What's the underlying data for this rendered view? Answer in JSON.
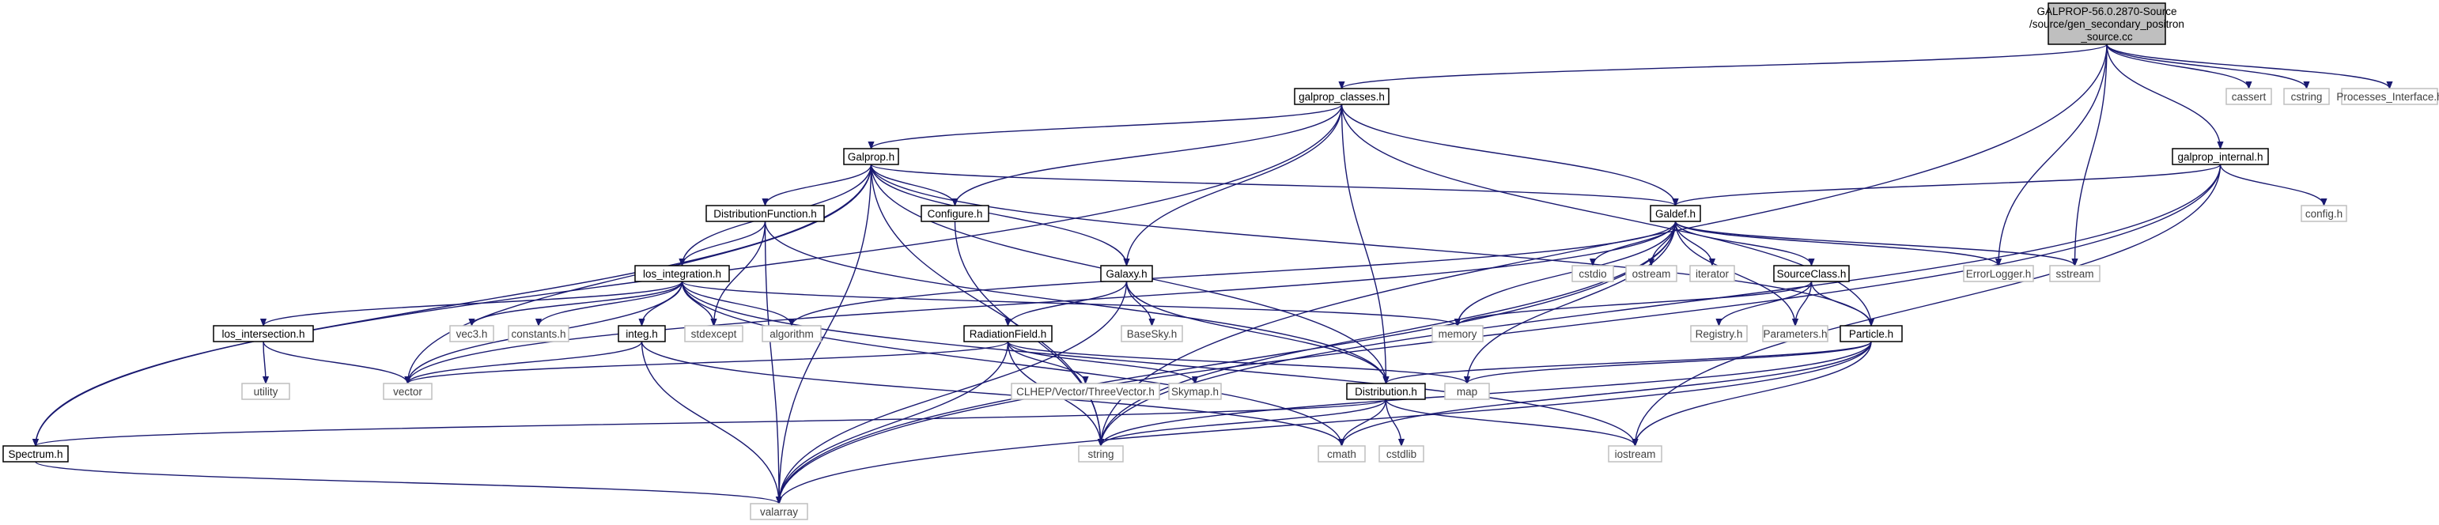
{
  "colors": {
    "edge": "#191970",
    "node_border": "#000000",
    "node_fill": "#ffffff",
    "root_fill": "#bfbfbf",
    "system_border": "#bfbfbf",
    "text": "#000000",
    "system_text": "#404040"
  },
  "nodes": [
    {
      "id": "root",
      "lines": [
        "GALPROP-56.0.2870-Source",
        "/source/gen_secondary_positron",
        "_source.cc"
      ],
      "kind": "root"
    },
    {
      "id": "galprop_classes",
      "lines": [
        "galprop_classes.h"
      ],
      "kind": "file"
    },
    {
      "id": "cassert",
      "lines": [
        "cassert"
      ],
      "kind": "system"
    },
    {
      "id": "cstring",
      "lines": [
        "cstring"
      ],
      "kind": "system"
    },
    {
      "id": "processes_interface",
      "lines": [
        "Processes_Interface.h"
      ],
      "kind": "system"
    },
    {
      "id": "galprop_internal",
      "lines": [
        "galprop_internal.h"
      ],
      "kind": "file"
    },
    {
      "id": "galprop",
      "lines": [
        "Galprop.h"
      ],
      "kind": "file"
    },
    {
      "id": "config",
      "lines": [
        "config.h"
      ],
      "kind": "system"
    },
    {
      "id": "distfunc",
      "lines": [
        "DistributionFunction.h"
      ],
      "kind": "file"
    },
    {
      "id": "configure",
      "lines": [
        "Configure.h"
      ],
      "kind": "file"
    },
    {
      "id": "galdef",
      "lines": [
        "Galdef.h"
      ],
      "kind": "file"
    },
    {
      "id": "los_integration",
      "lines": [
        "los_integration.h"
      ],
      "kind": "file"
    },
    {
      "id": "galaxy",
      "lines": [
        "Galaxy.h"
      ],
      "kind": "file"
    },
    {
      "id": "cstdio",
      "lines": [
        "cstdio"
      ],
      "kind": "system"
    },
    {
      "id": "ostream",
      "lines": [
        "ostream"
      ],
      "kind": "system"
    },
    {
      "id": "iterator",
      "lines": [
        "iterator"
      ],
      "kind": "system"
    },
    {
      "id": "sourceclass",
      "lines": [
        "SourceClass.h"
      ],
      "kind": "file"
    },
    {
      "id": "errorlogger",
      "lines": [
        "ErrorLogger.h"
      ],
      "kind": "system"
    },
    {
      "id": "sstream",
      "lines": [
        "sstream"
      ],
      "kind": "system"
    },
    {
      "id": "los_intersection",
      "lines": [
        "los_intersection.h"
      ],
      "kind": "file"
    },
    {
      "id": "vec3",
      "lines": [
        "vec3.h"
      ],
      "kind": "system"
    },
    {
      "id": "constants",
      "lines": [
        "constants.h"
      ],
      "kind": "system"
    },
    {
      "id": "integ",
      "lines": [
        "integ.h"
      ],
      "kind": "file"
    },
    {
      "id": "stdexcept",
      "lines": [
        "stdexcept"
      ],
      "kind": "system"
    },
    {
      "id": "algorithm",
      "lines": [
        "algorithm"
      ],
      "kind": "system"
    },
    {
      "id": "radiationfield",
      "lines": [
        "RadiationField.h"
      ],
      "kind": "file"
    },
    {
      "id": "baseskyh",
      "lines": [
        "BaseSky.h"
      ],
      "kind": "system"
    },
    {
      "id": "memory",
      "lines": [
        "memory"
      ],
      "kind": "system"
    },
    {
      "id": "registry",
      "lines": [
        "Registry.h"
      ],
      "kind": "system"
    },
    {
      "id": "parameters",
      "lines": [
        "Parameters.h"
      ],
      "kind": "system"
    },
    {
      "id": "particle",
      "lines": [
        "Particle.h"
      ],
      "kind": "file"
    },
    {
      "id": "utility",
      "lines": [
        "utility"
      ],
      "kind": "system"
    },
    {
      "id": "vector",
      "lines": [
        "vector"
      ],
      "kind": "system"
    },
    {
      "id": "threevector",
      "lines": [
        "CLHEP/Vector/ThreeVector.h"
      ],
      "kind": "system"
    },
    {
      "id": "skymap",
      "lines": [
        "Skymap.h"
      ],
      "kind": "system"
    },
    {
      "id": "distribution",
      "lines": [
        "Distribution.h"
      ],
      "kind": "file"
    },
    {
      "id": "map",
      "lines": [
        "map"
      ],
      "kind": "system"
    },
    {
      "id": "spectrum",
      "lines": [
        "Spectrum.h"
      ],
      "kind": "file"
    },
    {
      "id": "string",
      "lines": [
        "string"
      ],
      "kind": "system"
    },
    {
      "id": "cmath",
      "lines": [
        "cmath"
      ],
      "kind": "system"
    },
    {
      "id": "cstdlib",
      "lines": [
        "cstdlib"
      ],
      "kind": "system"
    },
    {
      "id": "iostream",
      "lines": [
        "iostream"
      ],
      "kind": "system"
    },
    {
      "id": "valarray",
      "lines": [
        "valarray"
      ],
      "kind": "system"
    }
  ],
  "edges": [
    [
      "root",
      "galprop_classes"
    ],
    [
      "root",
      "cassert"
    ],
    [
      "root",
      "cstring"
    ],
    [
      "root",
      "processes_interface"
    ],
    [
      "root",
      "galprop_internal"
    ],
    [
      "root",
      "errorlogger"
    ],
    [
      "root",
      "sstream"
    ],
    [
      "root",
      "string"
    ],
    [
      "galprop_classes",
      "galprop"
    ],
    [
      "galprop_classes",
      "configure"
    ],
    [
      "galprop_classes",
      "galdef"
    ],
    [
      "galprop_classes",
      "galaxy"
    ],
    [
      "galprop_classes",
      "distribution"
    ],
    [
      "galprop_classes",
      "spectrum"
    ],
    [
      "galprop_classes",
      "particle"
    ],
    [
      "galprop_internal",
      "config"
    ],
    [
      "galprop_internal",
      "galdef"
    ],
    [
      "galprop_internal",
      "string"
    ],
    [
      "galprop_internal",
      "iostream"
    ],
    [
      "galprop_internal",
      "valarray"
    ],
    [
      "galprop",
      "distfunc"
    ],
    [
      "galprop",
      "configure"
    ],
    [
      "galprop",
      "galdef"
    ],
    [
      "galprop",
      "los_integration"
    ],
    [
      "galprop",
      "galaxy"
    ],
    [
      "galprop",
      "vector"
    ],
    [
      "galprop",
      "spectrum"
    ],
    [
      "galprop",
      "distribution"
    ],
    [
      "galprop",
      "particle"
    ],
    [
      "galprop",
      "string"
    ],
    [
      "galprop",
      "valarray"
    ],
    [
      "distfunc",
      "los_integration"
    ],
    [
      "distfunc",
      "distribution"
    ],
    [
      "distfunc",
      "stdexcept"
    ],
    [
      "distfunc",
      "valarray"
    ],
    [
      "configure",
      "string"
    ],
    [
      "galdef",
      "cstdio"
    ],
    [
      "galdef",
      "ostream"
    ],
    [
      "galdef",
      "iterator"
    ],
    [
      "galdef",
      "sourceclass"
    ],
    [
      "galdef",
      "errorlogger"
    ],
    [
      "galdef",
      "sstream"
    ],
    [
      "galdef",
      "memory"
    ],
    [
      "galdef",
      "map"
    ],
    [
      "galdef",
      "vector"
    ],
    [
      "galdef",
      "string"
    ],
    [
      "galdef",
      "valarray"
    ],
    [
      "galdef",
      "algorithm"
    ],
    [
      "galdef",
      "parameters"
    ],
    [
      "los_integration",
      "los_intersection"
    ],
    [
      "los_integration",
      "vec3"
    ],
    [
      "los_integration",
      "constants"
    ],
    [
      "los_integration",
      "integ"
    ],
    [
      "los_integration",
      "stdexcept"
    ],
    [
      "los_integration",
      "algorithm"
    ],
    [
      "los_integration",
      "vector"
    ],
    [
      "los_integration",
      "memory"
    ],
    [
      "los_integration",
      "cmath"
    ],
    [
      "los_integration",
      "iostream"
    ],
    [
      "galaxy",
      "radiationfield"
    ],
    [
      "galaxy",
      "baseskyh"
    ],
    [
      "galaxy",
      "distribution"
    ],
    [
      "galaxy",
      "valarray"
    ],
    [
      "sourceclass",
      "memory"
    ],
    [
      "sourceclass",
      "registry"
    ],
    [
      "sourceclass",
      "parameters"
    ],
    [
      "sourceclass",
      "particle"
    ],
    [
      "los_intersection",
      "utility"
    ],
    [
      "los_intersection",
      "vector"
    ],
    [
      "integ",
      "vector"
    ],
    [
      "integ",
      "valarray"
    ],
    [
      "integ",
      "cmath"
    ],
    [
      "radiationfield",
      "vector"
    ],
    [
      "radiationfield",
      "threevector"
    ],
    [
      "radiationfield",
      "skymap"
    ],
    [
      "radiationfield",
      "string"
    ],
    [
      "radiationfield",
      "valarray"
    ],
    [
      "radiationfield",
      "map"
    ],
    [
      "particle",
      "distribution"
    ],
    [
      "particle",
      "map"
    ],
    [
      "particle",
      "string"
    ],
    [
      "particle",
      "cmath"
    ],
    [
      "particle",
      "iostream"
    ],
    [
      "particle",
      "valarray"
    ],
    [
      "distribution",
      "spectrum"
    ],
    [
      "distribution",
      "string"
    ],
    [
      "distribution",
      "cmath"
    ],
    [
      "distribution",
      "cstdlib"
    ],
    [
      "distribution",
      "iostream"
    ],
    [
      "spectrum",
      "valarray"
    ]
  ]
}
